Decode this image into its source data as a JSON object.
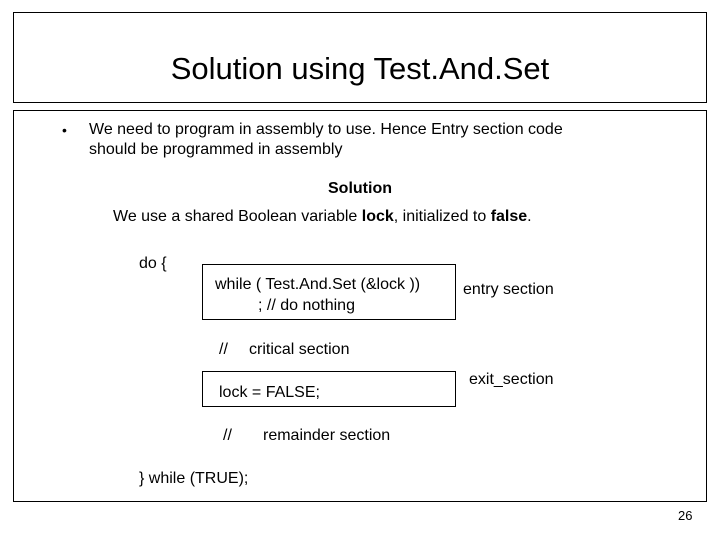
{
  "title": "Solution using Test.And.Set",
  "bullet": {
    "marker": "•",
    "line1": "We need to program in assembly to use. Hence Entry section code",
    "line2": "should be programmed in assembly"
  },
  "solution": {
    "heading": "Solution",
    "desc_prefix": "We use a shared Boolean variable ",
    "desc_var": "lock",
    "desc_middle": ", initialized to ",
    "desc_value": "false",
    "desc_suffix": "."
  },
  "code": {
    "do_open": "do {",
    "entry_line1": "while ( Test.And.Set (&lock ))",
    "entry_line2": ";   // do nothing",
    "entry_label": "entry section",
    "critical_comment": "//",
    "critical_text": "critical section",
    "exit_line": "lock = FALSE;",
    "exit_label": "exit_section",
    "remainder_comment": "//",
    "remainder_text": "remainder section",
    "while_close": "} while (TRUE);"
  },
  "page_number": "26"
}
